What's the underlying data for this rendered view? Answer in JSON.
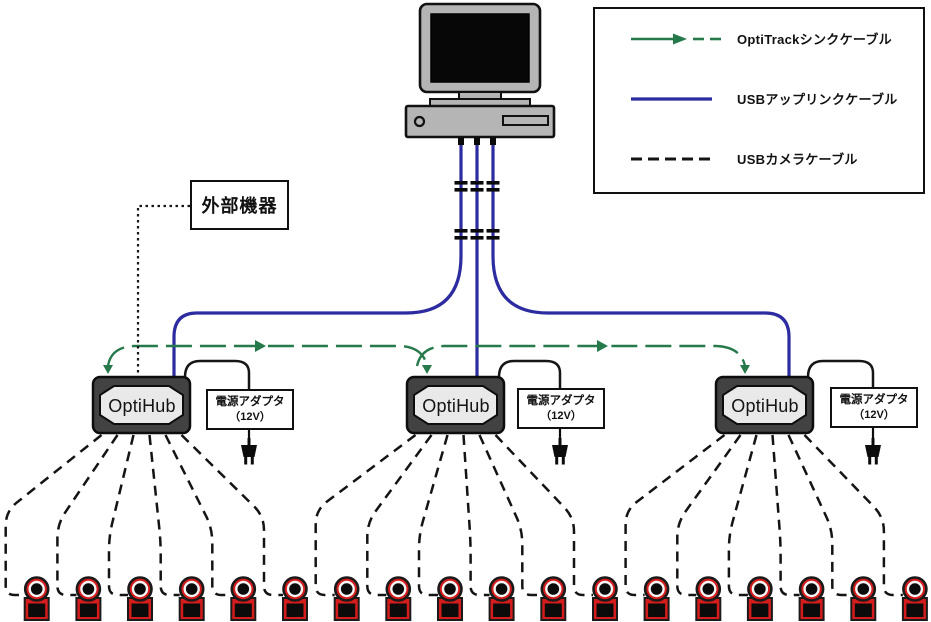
{
  "legend": {
    "items": [
      {
        "label": "OptiTrackシンクケーブル",
        "style": "green-line-with-arrow-and-dashes",
        "color": "#26794a"
      },
      {
        "label": "USBアップリンクケーブル",
        "style": "solid-line",
        "color": "#2c2ba0"
      },
      {
        "label": "USBカメラケーブル",
        "style": "dashed-line",
        "color": "#141414"
      }
    ]
  },
  "computer": {
    "type": "pc-with-monitor",
    "uplink_ports": 3
  },
  "external_device": {
    "label": "外部機器"
  },
  "hubs": {
    "count": 3,
    "label": "OptiHub"
  },
  "power_adapter": {
    "label": "電源アダプタ",
    "voltage": "（12V）"
  },
  "cameras": {
    "count": 18,
    "per_hub": 6
  },
  "colors": {
    "sync_cable": "#26794a",
    "uplink_cable": "#2c2ba0",
    "camera_cable": "#141414",
    "power_cable": "#161616",
    "camera_body": "#d41c1c",
    "hub_body": "#424242",
    "hub_panel": "#e9e9e9",
    "computer_gray": "#b5b5b5"
  }
}
